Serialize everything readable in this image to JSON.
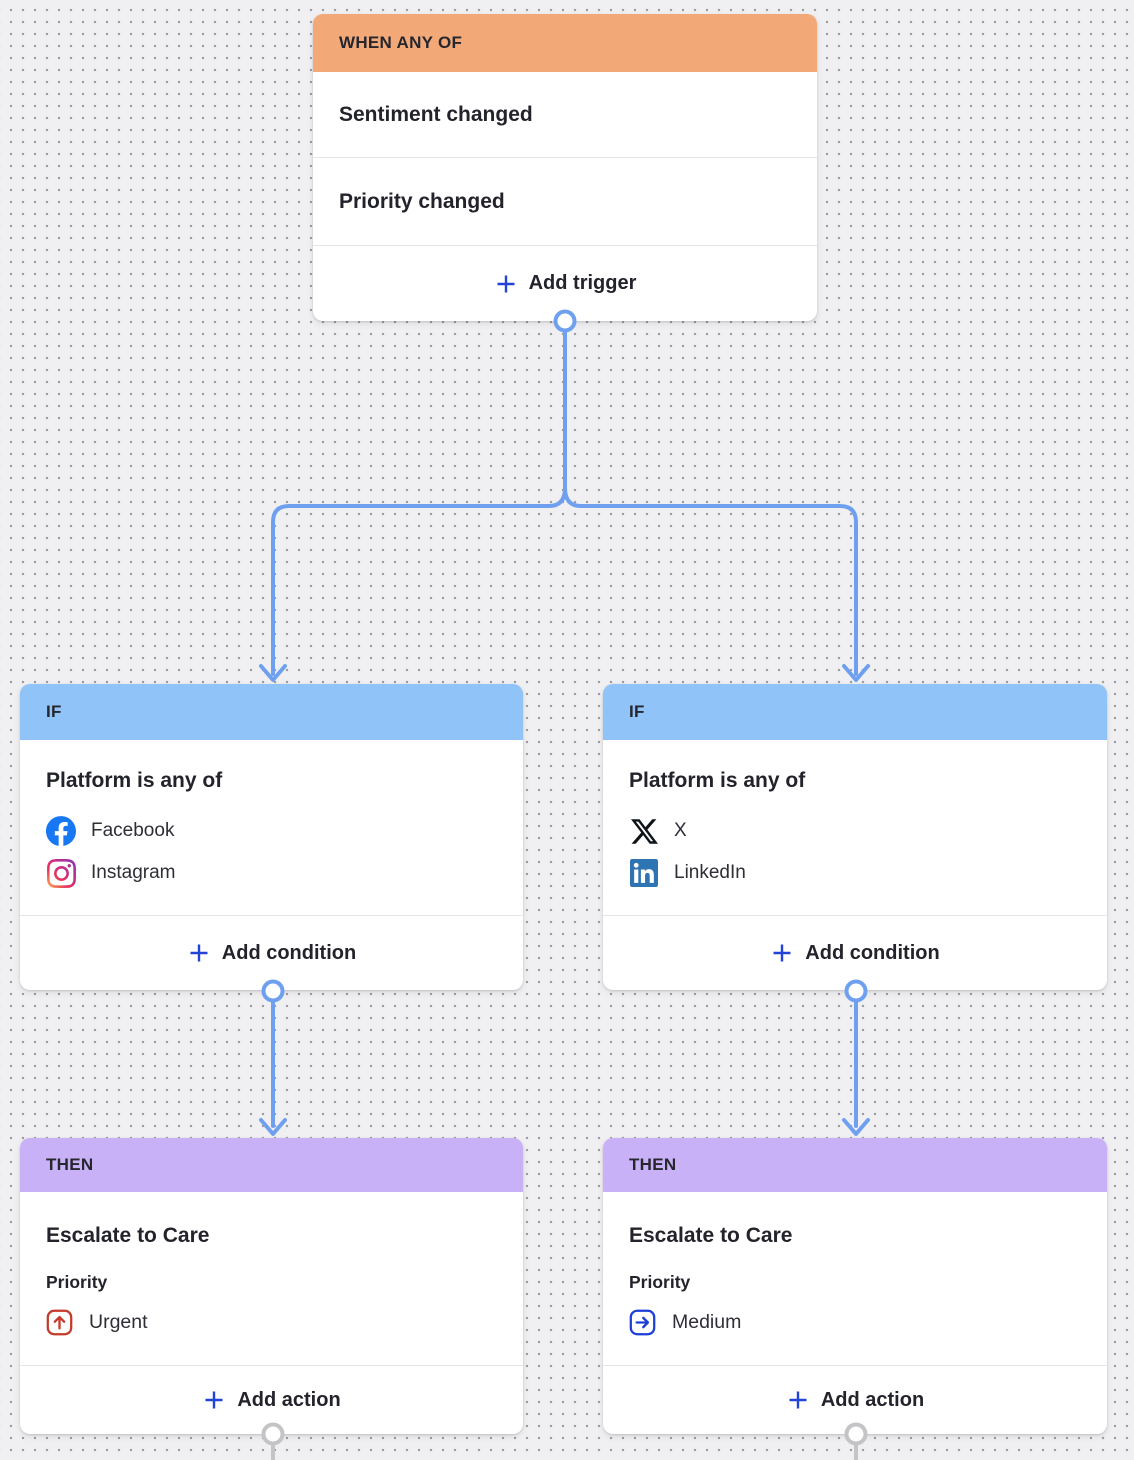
{
  "trigger_card": {
    "header_label": "WHEN ANY OF",
    "triggers": [
      "Sentiment changed",
      "Priority changed"
    ],
    "add_label": "Add trigger"
  },
  "condition_cards": [
    {
      "header_label": "IF",
      "title": "Platform is any of",
      "platforms": [
        {
          "label": "Facebook",
          "icon": "facebook-icon"
        },
        {
          "label": "Instagram",
          "icon": "instagram-icon"
        }
      ],
      "add_label": "Add condition"
    },
    {
      "header_label": "IF",
      "title": "Platform is any of",
      "platforms": [
        {
          "label": "X",
          "icon": "x-icon"
        },
        {
          "label": "LinkedIn",
          "icon": "linkedin-icon"
        }
      ],
      "add_label": "Add condition"
    }
  ],
  "action_cards": [
    {
      "header_label": "THEN",
      "title": "Escalate to Care",
      "field_label": "Priority",
      "value": "Urgent",
      "value_icon": "priority-urgent-icon",
      "add_label": "Add action"
    },
    {
      "header_label": "THEN",
      "title": "Escalate to Care",
      "field_label": "Priority",
      "value": "Medium",
      "value_icon": "priority-medium-icon",
      "add_label": "Add action"
    }
  ],
  "colors": {
    "canvas_background": "#F0F0F2",
    "canvas_dot": "#9D9DA3",
    "trigger_header": "#F2A877",
    "condition_header": "#90C3F8",
    "action_header": "#C9B1F7",
    "connector_blue": "#6FA0F0",
    "connector_inactive_gray": "#C4C4C6",
    "accent_plus_blue": "#2243D6",
    "facebook_blue": "#1877F2",
    "linkedin_blue": "#2E73B2",
    "x_black": "#0F1419",
    "urgent_red": "#C53A2B",
    "medium_blue": "#1C3FD8"
  }
}
